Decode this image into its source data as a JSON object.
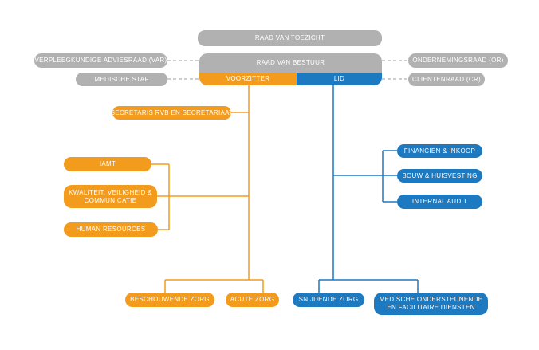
{
  "colors": {
    "grey": "#b1b1b1",
    "orange": "#f39b1d",
    "blue": "#1d79c0"
  },
  "top": {
    "raad_van_toezicht": "RAAD VAN TOEZICHT",
    "raad_van_bestuur": "RAAD VAN BESTUUR",
    "voorzitter": "VOORZITTER",
    "lid": "LID"
  },
  "advisory": {
    "left": [
      "VERPLEEGKUNDIGE ADVIESRAAD (VAR)",
      "MEDISCHE STAF"
    ],
    "right": [
      "ONDERNEMINGSRAAD (OR)",
      "CLIENTENRAAD (CR)"
    ]
  },
  "orange_branch": {
    "secretaris": "SECRETARIS RVB EN SECRETARIAAT",
    "staff": [
      "IAMT",
      [
        "KWALITEIT, VEILIGHEID &",
        "COMMUNICATIE"
      ],
      "HUMAN RESOURCES"
    ],
    "care": [
      "BESCHOUWENDE ZORG",
      "ACUTE ZORG"
    ]
  },
  "blue_branch": {
    "staff": [
      "FINANCIEN & INKOOP",
      "BOUW & HUISVESTING",
      "INTERNAL AUDIT"
    ],
    "care": [
      "SNIJDENDE ZORG",
      [
        "MEDISCHE ONDERSTEUNENDE",
        "EN FACILITAIRE DIENSTEN"
      ]
    ]
  }
}
